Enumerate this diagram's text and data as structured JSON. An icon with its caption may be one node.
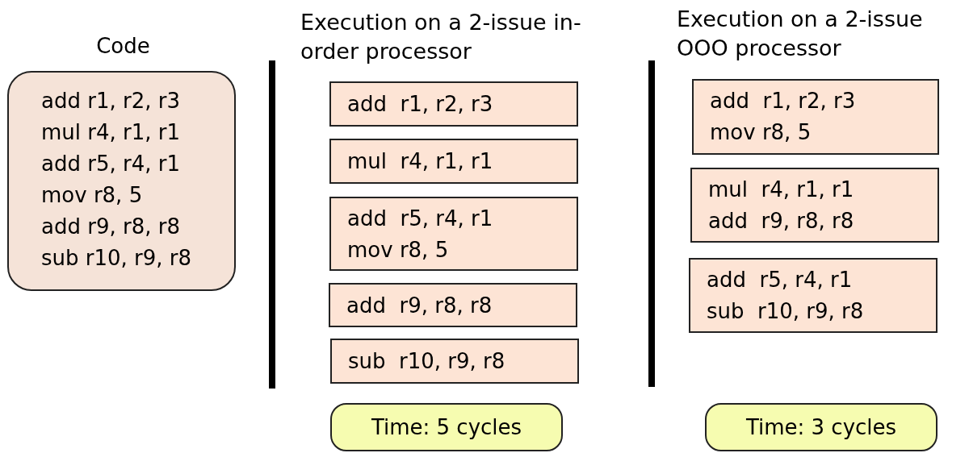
{
  "diagram": {
    "nodes": [
      {
        "text": [
          "Code",
          "add r1, r2, r3",
          "mul r4, r1, r1",
          "add r5, r4, r1",
          "mov r8, 5",
          "add r9, r8, r8",
          "sub r10, r9, r8"
        ]
      },
      {
        "text": [
          "add  r1, r2, r3"
        ]
      },
      {
        "text": [
          "mul  r4, r1, r1"
        ]
      },
      {
        "text": [
          "add  r5, r4, r1",
          "mov r8, 5"
        ]
      },
      {
        "text": [
          "add  r9, r8, r8"
        ]
      },
      {
        "text": [
          "sub  r10, r9, r8"
        ]
      },
      {
        "text": [
          "Time: 5 cycles"
        ]
      },
      {
        "text": [
          "add  r1, r2, r3",
          "mov r8, 5"
        ]
      },
      {
        "text": [
          "mul  r4, r1, r1",
          "add  r9, r8, r8"
        ]
      },
      {
        "text": [
          "add  r5, r4, r1",
          "sub  r10, r9, r8"
        ]
      },
      {
        "text": [
          "Time: 3 cycles"
        ]
      }
    ],
    "labels": [
      "Execution on a 2-issue in-order processor",
      "Execution on a 2-issue OOO processor"
    ]
  }
}
